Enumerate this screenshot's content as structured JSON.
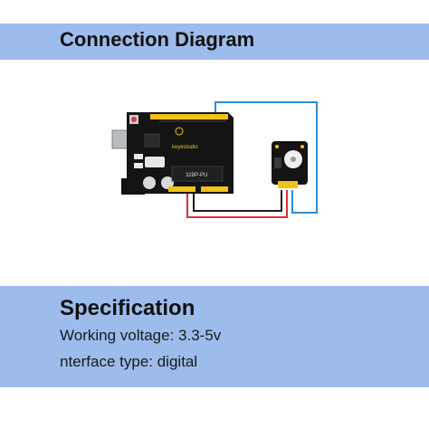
{
  "title": "Connection Diagram",
  "board": {
    "brand_text": "keyestudio",
    "chip_text": "328P-PU"
  },
  "specification": {
    "heading": "Specification",
    "lines": [
      "Working voltage: 3.3-5v",
      "nterface type: digital"
    ]
  },
  "colors": {
    "band": "#9dbcec",
    "board": "#141414",
    "header_yellow": "#f2c21a",
    "wire_blue": "#2f8bd1",
    "wire_red": "#d93232",
    "wire_black": "#1a1a1a"
  },
  "icons": [
    "usb-port-icon",
    "reset-button-icon",
    "power-jack-icon",
    "buzzer-icon"
  ]
}
